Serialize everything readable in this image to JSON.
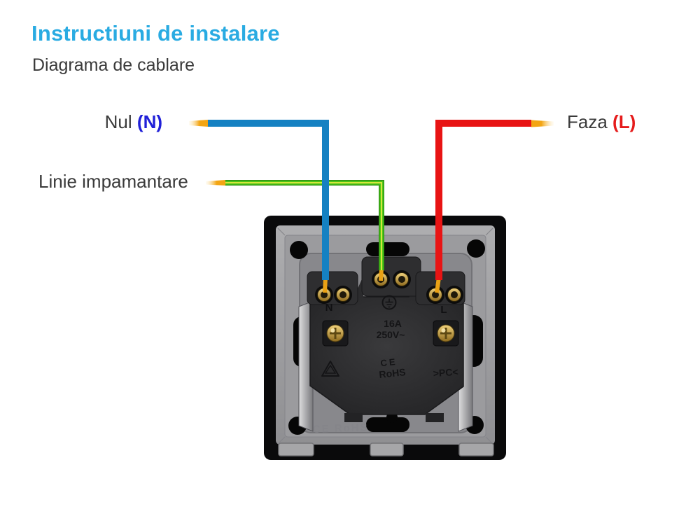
{
  "header": {
    "title": "Instructiuni de instalare",
    "subtitle": "Diagrama de cablare"
  },
  "wire_labels": {
    "neutral_name": "Nul",
    "neutral_code": "(N)",
    "earth_name": "Linie impamantare",
    "live_name": "Faza",
    "live_code": "(L)"
  },
  "socket_markings": {
    "terminal_neutral": "N",
    "terminal_live": "L",
    "rating_current": "16A",
    "rating_voltage": "250V~",
    "ce_mark": "CE",
    "rohs_mark": "RoHS",
    "material_mark": ">PC<",
    "plate_mark": "CE RoHS"
  },
  "colors": {
    "title_accent": "#29abe2",
    "neutral_code_text": "#2020d8",
    "live_code_text": "#e51b1b",
    "wire_neutral_blue": "#1581c2",
    "wire_live_red": "#e81414",
    "wire_earth_green": "#4fc818",
    "wire_earth_stripe": "#d6e63e",
    "wire_bare_end_copper": "#f3a513"
  }
}
